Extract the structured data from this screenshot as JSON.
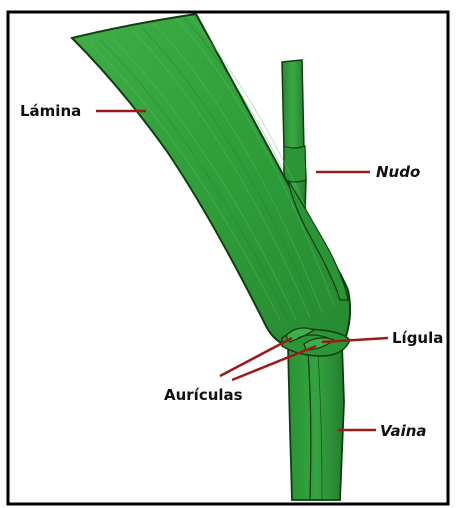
{
  "labels": {
    "lamina": "Lámina",
    "nudo": "Nudo",
    "ligula": "Lígula",
    "auriculas": "Aurículas",
    "vaina": "Vaina"
  },
  "colors": {
    "leaf_fill": "#2f9e3a",
    "leaf_dark": "#1a5a1e",
    "leaf_light": "#58b85e",
    "outline": "#123d14",
    "pointer": "#9b1a1a",
    "frame": "#000000",
    "background": "#ffffff"
  }
}
